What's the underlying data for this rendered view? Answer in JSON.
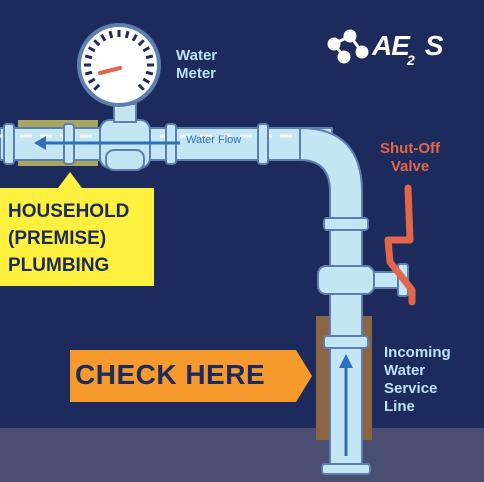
{
  "brand": {
    "wordmark": "AE",
    "subscript": "2",
    "trail": "S"
  },
  "labels": {
    "water_meter": [
      "Water",
      "Meter"
    ],
    "water_flow": "Water Flow",
    "shut_off_valve": [
      "Shut-Off",
      "Valve"
    ],
    "incoming_line": [
      "Incoming",
      "Water",
      "Service",
      "Line"
    ],
    "premise_plumbing": [
      "HOUSEHOLD",
      "(PREMISE)",
      "PLUMBING"
    ],
    "check_here": "CHECK HERE"
  },
  "colors": {
    "background": "#1d2a5c",
    "ground": "#4a4e70",
    "pipe": "#c4e6f3",
    "pipe_outline": "#5c7fb0",
    "flow_arrow": "#2f6fbd",
    "valve": "#e2664a",
    "callout_yellow": "#fef03f",
    "callout_orange": "#f79a2e",
    "premise_band": "#a8a65e",
    "sleeve": "#8b6442"
  }
}
